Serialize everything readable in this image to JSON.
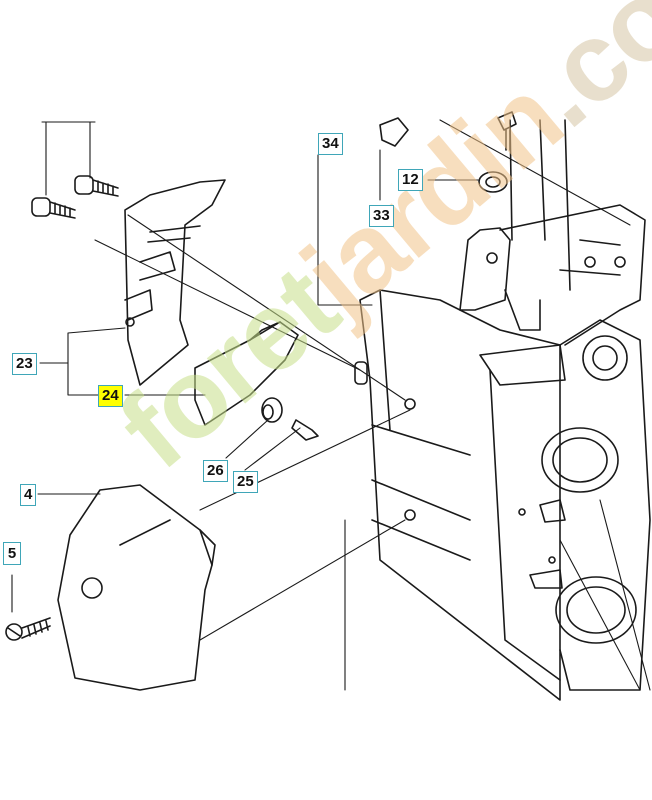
{
  "callouts": {
    "c34": "34",
    "c33": "33",
    "c12": "12",
    "c23": "23",
    "c24": "24",
    "c26": "26",
    "c25": "25",
    "c4": "4",
    "c5": "5"
  },
  "watermark": {
    "part1": "foret",
    "part2": "jardin",
    "part3": ".com"
  },
  "colors": {
    "callout_border": "#3fa6b8",
    "highlight": "#ffff00",
    "line": "#1a1a1a"
  }
}
